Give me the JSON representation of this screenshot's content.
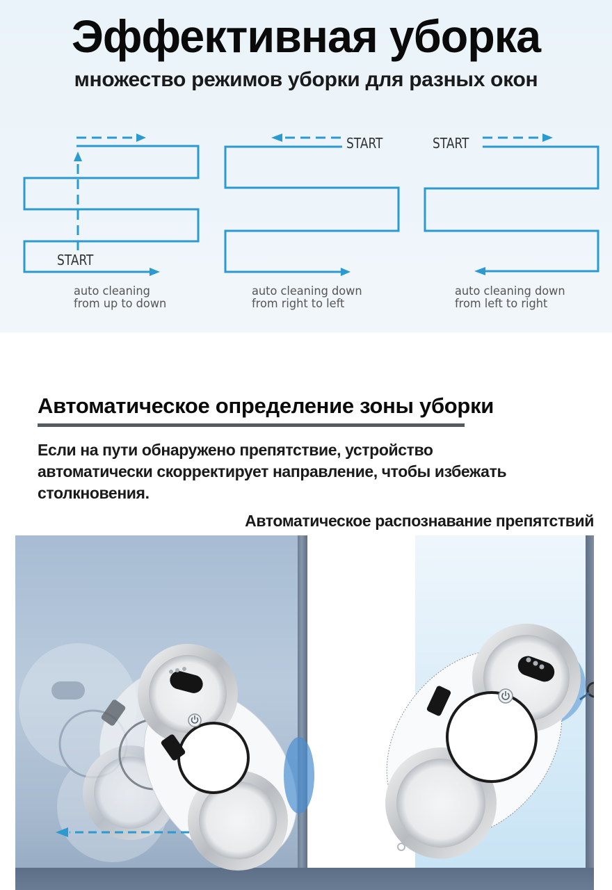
{
  "header": {
    "title": "Эффективная уборка",
    "subtitle": "множество режимов уборки для разных окон"
  },
  "modes": [
    {
      "start_label": "START",
      "caption_line1": "auto cleaning",
      "caption_line2": "from up to down"
    },
    {
      "start_label": "START",
      "caption_line1": "auto cleaning down",
      "caption_line2": "from right to left"
    },
    {
      "start_label": "START",
      "caption_line1": "auto cleaning down",
      "caption_line2": "from left to right"
    }
  ],
  "section2": {
    "title": "Автоматическое определение зоны уборки",
    "body": "Если на пути обнаружено препятствие, устройство автоматически скорректирует направление, чтобы избежать столкновения.",
    "illustration_caption": "Автоматическое распознавание препятствий"
  },
  "colors": {
    "path_blue": "#2b9ad0",
    "title_text": "#0a0a0a",
    "rule_gray": "#555a60",
    "window_frame": "#5d6f87"
  }
}
